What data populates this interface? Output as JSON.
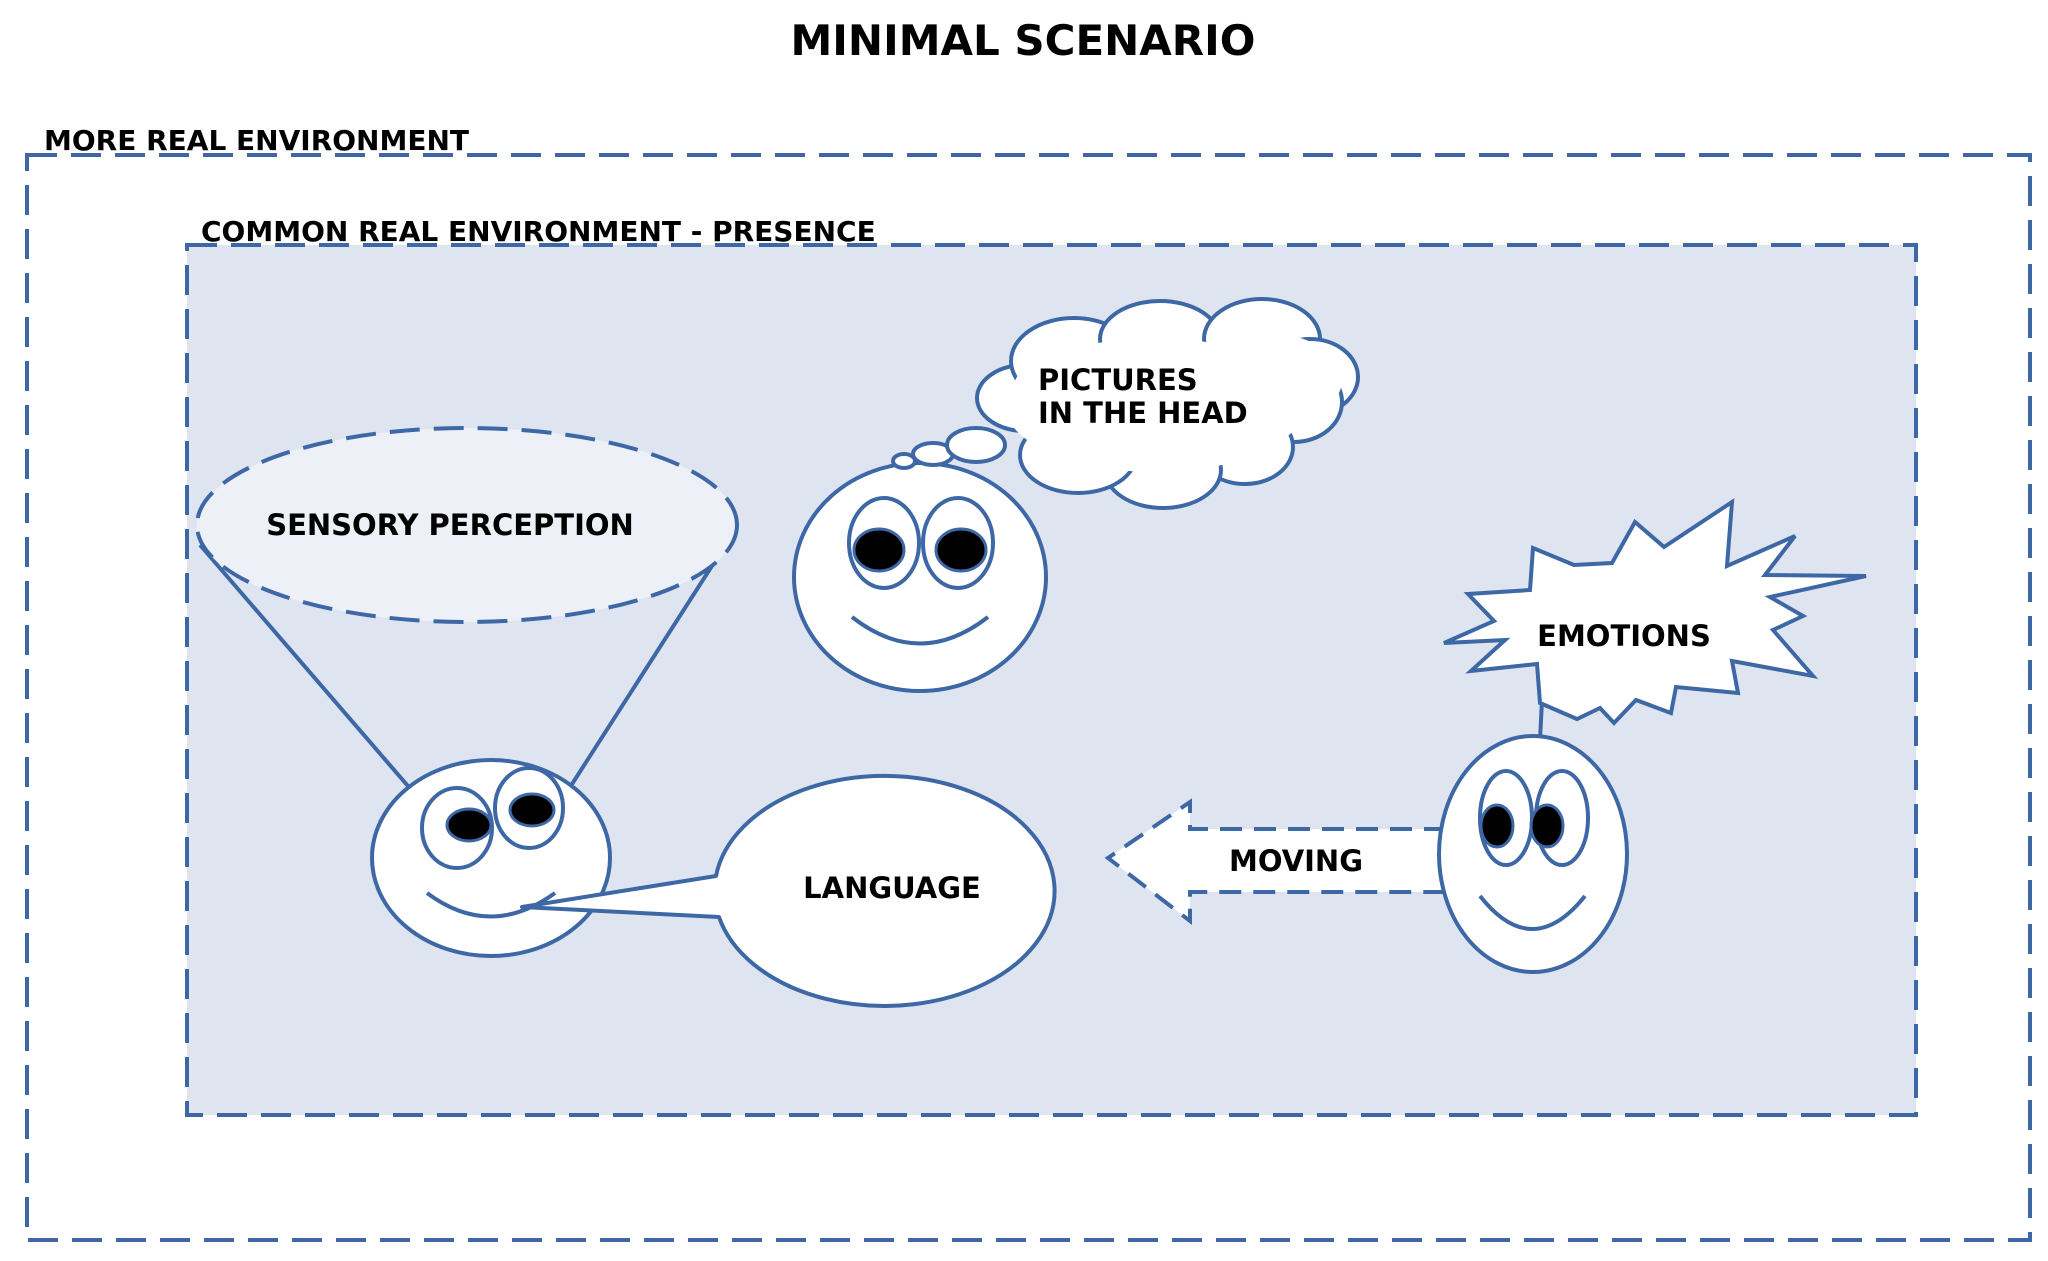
{
  "title": "MINIMAL SCENARIO",
  "frames": {
    "outer_label": "MORE REAL ENVIRONMENT",
    "inner_label": "COMMON REAL ENVIRONMENT - PRESENCE"
  },
  "labels": {
    "sensory_perception": "SENSORY PERCEPTION",
    "pictures_line1": "PICTURES",
    "pictures_line2": "IN THE HEAD",
    "emotions": "EMOTIONS",
    "language": "LANGUAGE",
    "moving": "MOVING"
  },
  "colors": {
    "stroke": "#3d67a5",
    "inner_fill": "#dfe5f0",
    "cone_fill": "#edf0f7",
    "pupil": "#000000",
    "shape_fill": "#ffffff"
  }
}
